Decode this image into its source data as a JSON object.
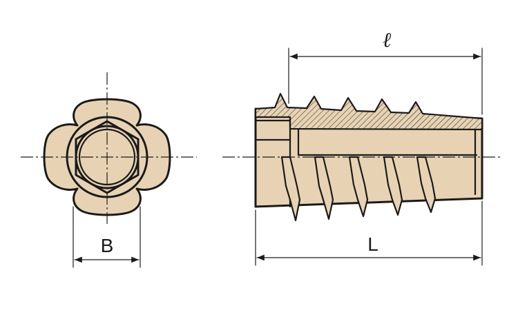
{
  "dimensions": {
    "across_flats_label": "B",
    "thread_length_label": "ℓ",
    "overall_length_label": "L"
  },
  "colors": {
    "line": "#1a1a1a",
    "body": "#e7d3b3",
    "background": "#ffffff"
  }
}
